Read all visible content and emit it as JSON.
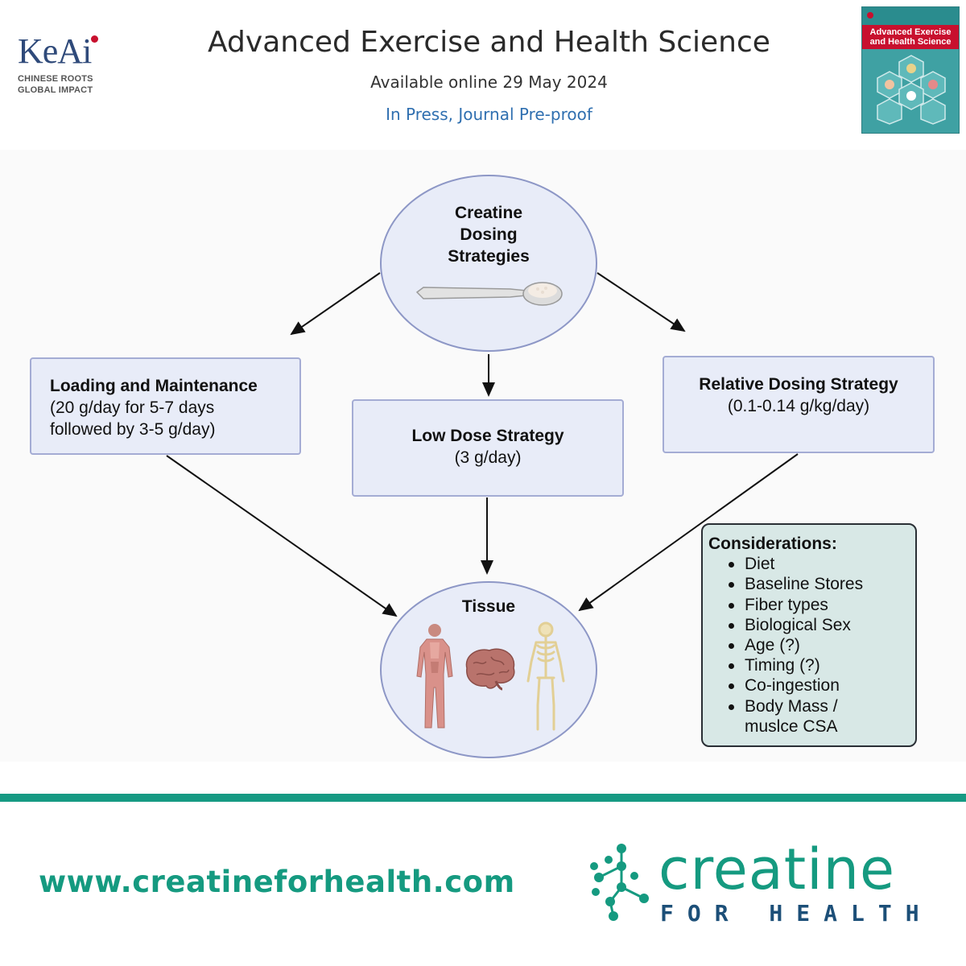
{
  "header": {
    "publisher_logo": "KeAi",
    "publisher_tagline_line1": "CHINESE ROOTS",
    "publisher_tagline_line2": "GLOBAL IMPACT",
    "journal_title": "Advanced Exercise and Health Science",
    "date": "Available online 29 May 2024",
    "status": "In Press, Journal Pre-proof",
    "cover_title": "Advanced Exercise and Health Science"
  },
  "diagram": {
    "top_node": {
      "line1": "Creatine",
      "line2": "Dosing",
      "line3": "Strategies",
      "icon": "scoop-icon"
    },
    "loading": {
      "title": "Loading and Maintenance",
      "line1": "(20 g/day for 5-7 days",
      "line2": "followed by 3-5 g/day)"
    },
    "low_dose": {
      "title": "Low Dose Strategy",
      "line1": "(3 g/day)"
    },
    "relative": {
      "title": "Relative Dosing Strategy",
      "line1": "(0.1-0.14 g/kg/day)"
    },
    "bottom_node": {
      "title": "Tissue",
      "icons": [
        "muscle-body-icon",
        "brain-icon",
        "skeleton-icon"
      ]
    },
    "considerations": {
      "title": "Considerations:",
      "items": [
        "Diet",
        "Baseline Stores",
        "Fiber types",
        "Biological Sex",
        "Age (?)",
        "Timing (?)",
        "Co-ingestion",
        "Body Mass /",
        "muslce CSA"
      ]
    }
  },
  "footer": {
    "url": "www.creatineforhealth.com",
    "brand_word": "creatine",
    "brand_sub": "FOR HEALTH"
  },
  "colors": {
    "teal": "#159a80",
    "node_fill": "#e8ecf8",
    "node_border": "#8d97c6",
    "considerations_fill": "#d8e8e6",
    "navy": "#1c4f78"
  }
}
